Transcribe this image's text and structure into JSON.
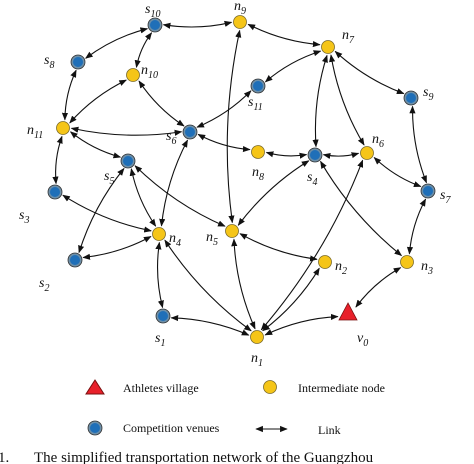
{
  "figure": {
    "caption_prefix": "1.",
    "caption": "The simplified transportation network of the Guangzhou"
  },
  "colors": {
    "village": "#e8202a",
    "intermediate": "#f5c518",
    "venue": "#1f6fb8",
    "venue_ring": "#6d8fa8",
    "edge": "#111111"
  },
  "nodes": [
    {
      "id": "s10",
      "base": "s",
      "sub": "10",
      "type": "venue"
    },
    {
      "id": "n9",
      "base": "n",
      "sub": "9",
      "type": "intermediate"
    },
    {
      "id": "n7",
      "base": "n",
      "sub": "7",
      "type": "intermediate"
    },
    {
      "id": "s8",
      "base": "s",
      "sub": "8",
      "type": "venue"
    },
    {
      "id": "n10",
      "base": "n",
      "sub": "10",
      "type": "intermediate"
    },
    {
      "id": "s11",
      "base": "s",
      "sub": "11",
      "type": "venue"
    },
    {
      "id": "s9",
      "base": "s",
      "sub": "9",
      "type": "venue"
    },
    {
      "id": "n11",
      "base": "n",
      "sub": "11",
      "type": "intermediate"
    },
    {
      "id": "s6",
      "base": "s",
      "sub": "6",
      "type": "venue"
    },
    {
      "id": "n6",
      "base": "n",
      "sub": "6",
      "type": "intermediate"
    },
    {
      "id": "n8",
      "base": "n",
      "sub": "8",
      "type": "intermediate"
    },
    {
      "id": "s4",
      "base": "s",
      "sub": "4",
      "type": "venue"
    },
    {
      "id": "s5",
      "base": "s",
      "sub": "5",
      "type": "venue"
    },
    {
      "id": "s7",
      "base": "s",
      "sub": "7",
      "type": "venue"
    },
    {
      "id": "s3",
      "base": "s",
      "sub": "3",
      "type": "venue"
    },
    {
      "id": "n4",
      "base": "n",
      "sub": "4",
      "type": "intermediate"
    },
    {
      "id": "n5",
      "base": "n",
      "sub": "5",
      "type": "intermediate"
    },
    {
      "id": "s2",
      "base": "s",
      "sub": "2",
      "type": "venue"
    },
    {
      "id": "n2",
      "base": "n",
      "sub": "2",
      "type": "intermediate"
    },
    {
      "id": "n3",
      "base": "n",
      "sub": "3",
      "type": "intermediate"
    },
    {
      "id": "s1",
      "base": "s",
      "sub": "1",
      "type": "venue"
    },
    {
      "id": "v0",
      "base": "v",
      "sub": "0",
      "type": "village"
    },
    {
      "id": "n1",
      "base": "n",
      "sub": "1",
      "type": "intermediate"
    }
  ],
  "links": [
    [
      "s10",
      "n9"
    ],
    [
      "n9",
      "n7"
    ],
    [
      "s10",
      "s8"
    ],
    [
      "s10",
      "n10"
    ],
    [
      "n9",
      "n5"
    ],
    [
      "n7",
      "s11"
    ],
    [
      "n7",
      "s9"
    ],
    [
      "n7",
      "s4"
    ],
    [
      "n7",
      "n6"
    ],
    [
      "s9",
      "s7"
    ],
    [
      "s8",
      "n11"
    ],
    [
      "n10",
      "n11"
    ],
    [
      "n10",
      "s6"
    ],
    [
      "n11",
      "s5"
    ],
    [
      "n11",
      "s3"
    ],
    [
      "n11",
      "s6"
    ],
    [
      "s6",
      "s11"
    ],
    [
      "s6",
      "n4"
    ],
    [
      "s6",
      "n8"
    ],
    [
      "n8",
      "s4"
    ],
    [
      "s4",
      "n5"
    ],
    [
      "s4",
      "n6"
    ],
    [
      "s4",
      "n3"
    ],
    [
      "n6",
      "s7"
    ],
    [
      "s7",
      "n3"
    ],
    [
      "s5",
      "n4"
    ],
    [
      "s5",
      "s2"
    ],
    [
      "s5",
      "n5"
    ],
    [
      "s3",
      "n4"
    ],
    [
      "s2",
      "n4"
    ],
    [
      "n4",
      "s1"
    ],
    [
      "n4",
      "n1"
    ],
    [
      "n5",
      "n2"
    ],
    [
      "n5",
      "n1"
    ],
    [
      "n1",
      "n2"
    ],
    [
      "n1",
      "s1"
    ],
    [
      "n1",
      "n6"
    ],
    [
      "v0",
      "n1"
    ],
    [
      "n3",
      "v0"
    ]
  ],
  "legend": [
    {
      "symbol": "village",
      "label": "Athletes village"
    },
    {
      "symbol": "intermediate",
      "label": "Intermediate node"
    },
    {
      "symbol": "venue",
      "label": "Competition venues"
    },
    {
      "symbol": "link",
      "label": "Link"
    }
  ]
}
